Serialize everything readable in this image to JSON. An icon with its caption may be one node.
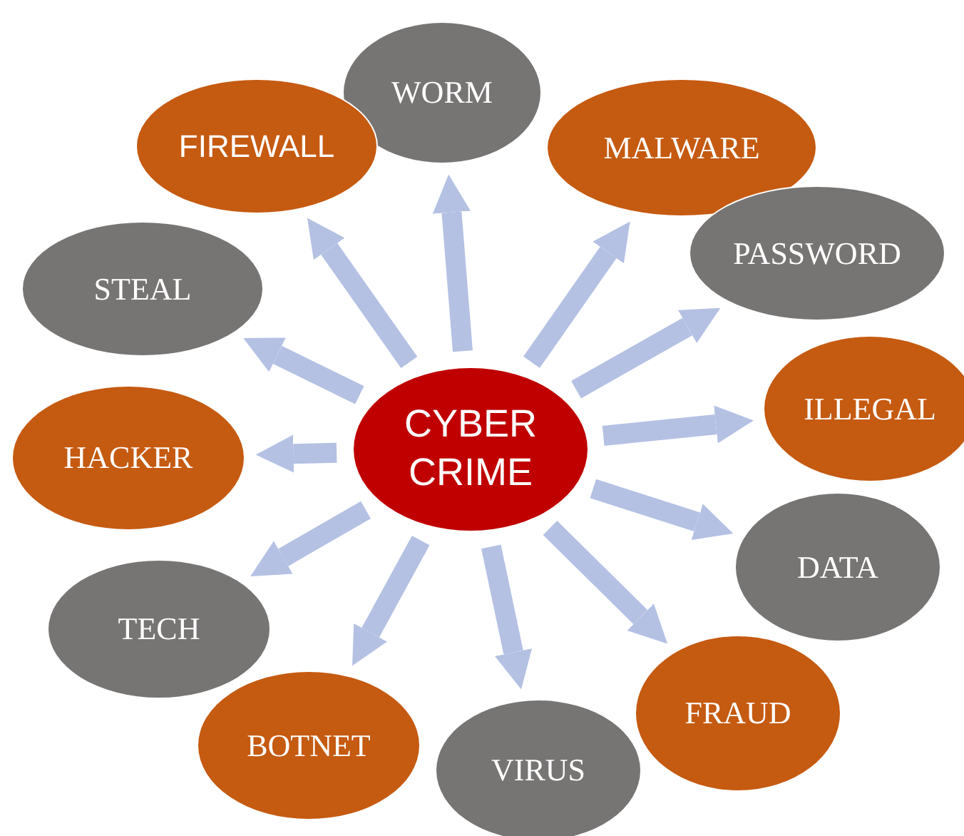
{
  "diagram": {
    "nodes": [
      {
        "text": [
          "CYBER CRIME"
        ]
      },
      {
        "text": [
          "WORM"
        ]
      },
      {
        "text": [
          "FIREWALL"
        ]
      },
      {
        "text": [
          "MALWARE"
        ]
      },
      {
        "text": [
          "PASSWORD"
        ]
      },
      {
        "text": [
          "STEAL"
        ]
      },
      {
        "text": [
          "ILLEGAL"
        ]
      },
      {
        "text": [
          "HACKER"
        ]
      },
      {
        "text": [
          "DATA"
        ]
      },
      {
        "text": [
          "TECH"
        ]
      },
      {
        "text": [
          "FRAUD"
        ]
      },
      {
        "text": [
          "BOTNET"
        ]
      },
      {
        "text": [
          "VIRUS"
        ]
      }
    ],
    "edges": [
      {
        "from": 0,
        "to": 1,
        "arrow": "to"
      },
      {
        "from": 0,
        "to": 2,
        "arrow": "to"
      },
      {
        "from": 0,
        "to": 3,
        "arrow": "to"
      },
      {
        "from": 0,
        "to": 4,
        "arrow": "to"
      },
      {
        "from": 0,
        "to": 5,
        "arrow": "to"
      },
      {
        "from": 0,
        "to": 6,
        "arrow": "to"
      },
      {
        "from": 0,
        "to": 7,
        "arrow": "to"
      },
      {
        "from": 0,
        "to": 8,
        "arrow": "to"
      },
      {
        "from": 0,
        "to": 9,
        "arrow": "to"
      },
      {
        "from": 0,
        "to": 10,
        "arrow": "to"
      },
      {
        "from": 0,
        "to": 11,
        "arrow": "to"
      },
      {
        "from": 0,
        "to": 12,
        "arrow": "to"
      }
    ]
  }
}
